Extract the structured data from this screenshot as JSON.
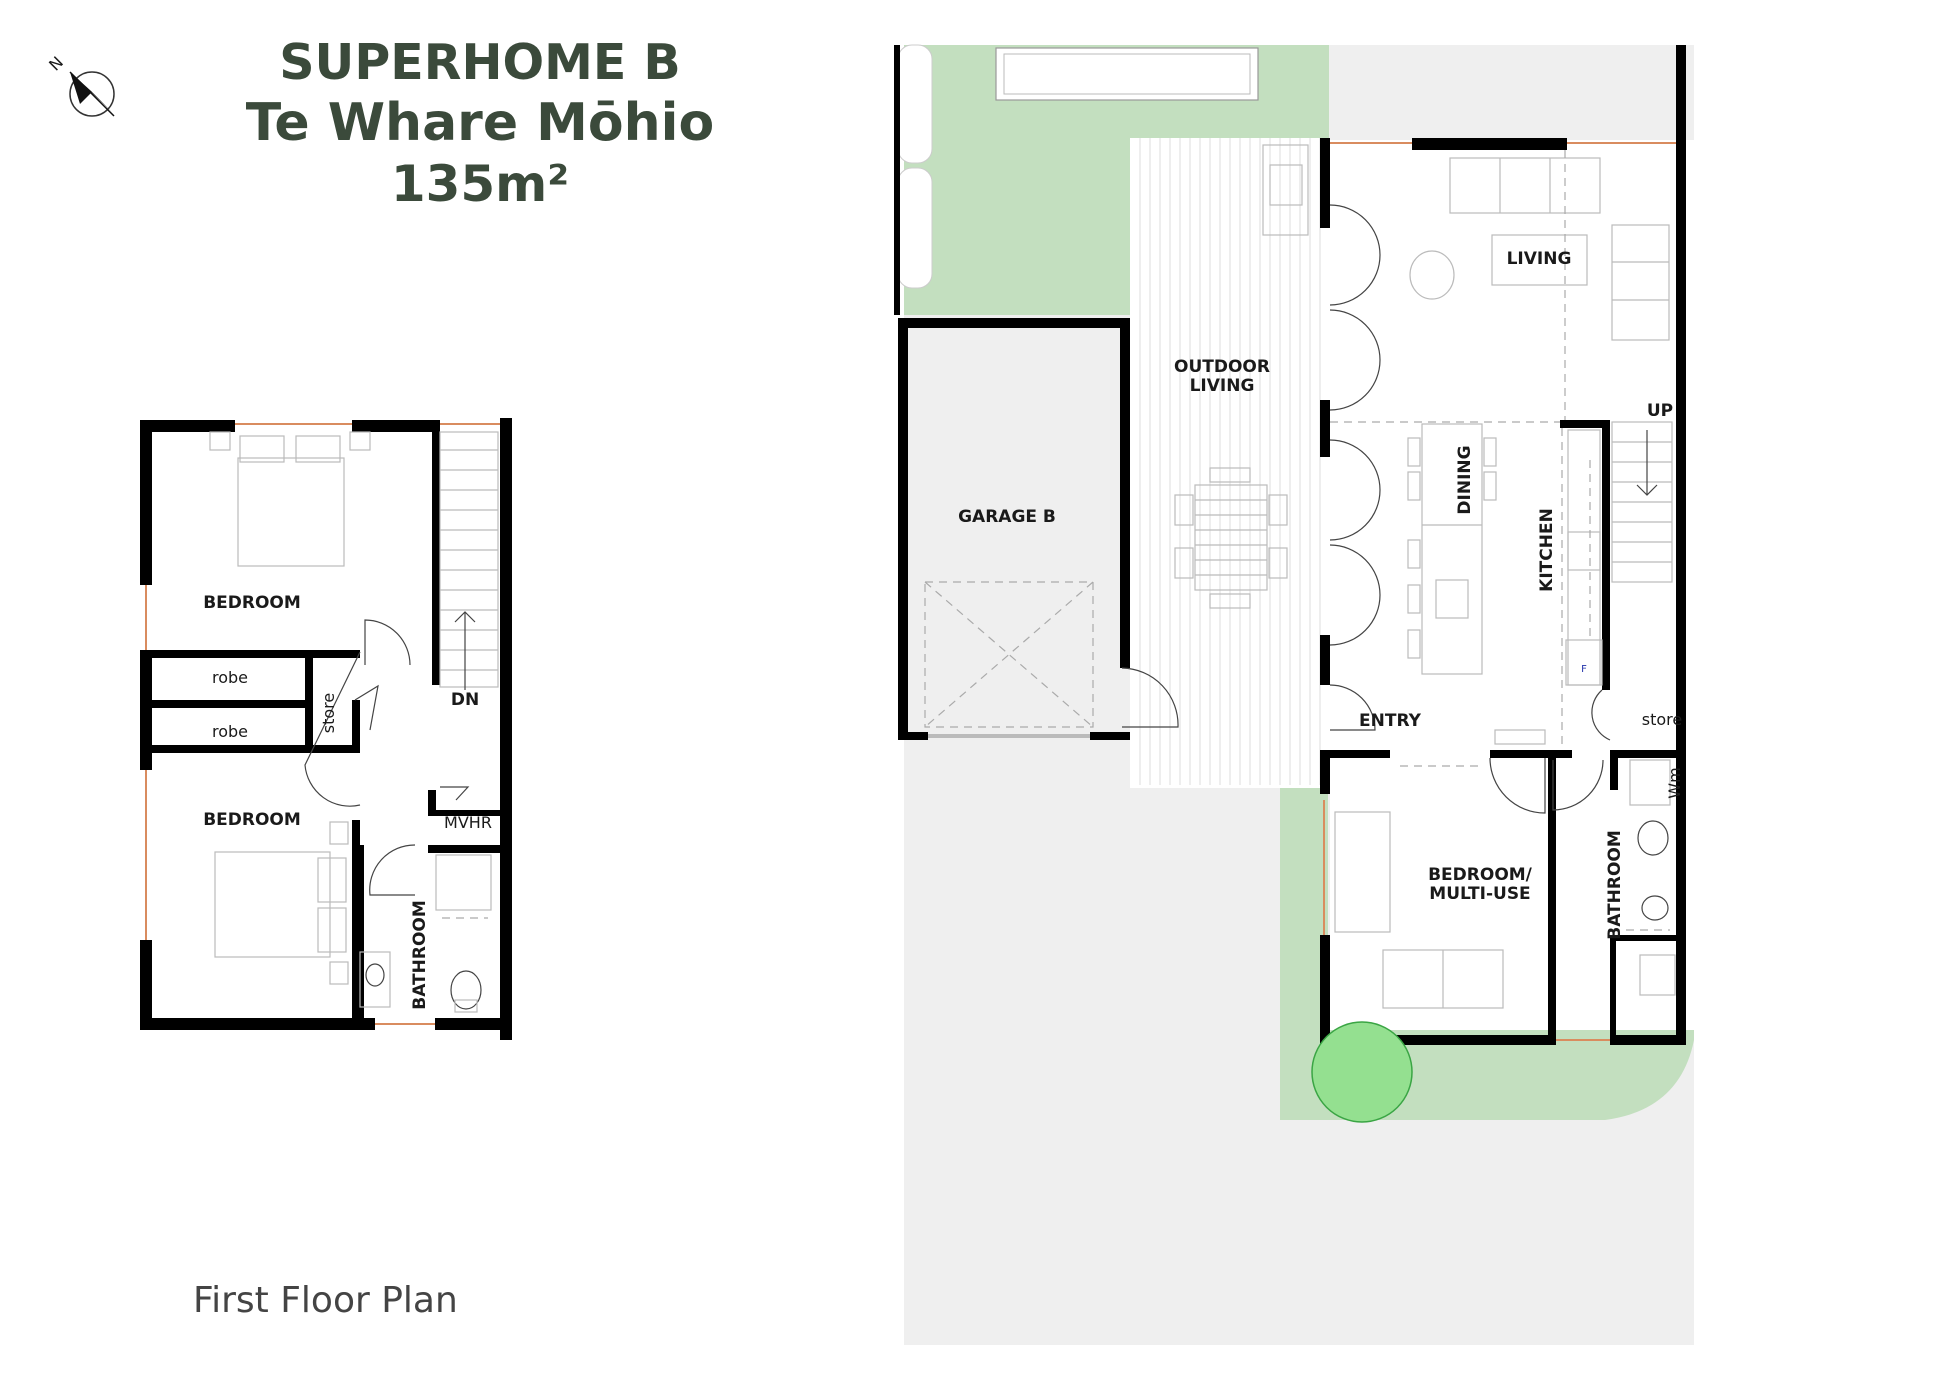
{
  "header": {
    "title_line1": "SUPERHOME B",
    "title_line2": "Te Whare Mōhio",
    "title_line3": "135m²"
  },
  "caption": "First Floor Plan",
  "compass": {
    "label": "N"
  },
  "colors": {
    "title": "#3b4a3b",
    "lawn": "#c3dfbf",
    "paving": "#efefef",
    "tree": "#94e090",
    "tree_outline": "#3aa544",
    "wall": "#000000",
    "window": "#d98c5f"
  },
  "first_floor": {
    "bedroom_top": "BEDROOM",
    "bedroom_bottom": "BEDROOM",
    "robe_top": "robe",
    "robe_bottom": "robe",
    "store": "store",
    "stair_dn": "DN",
    "mvhr": "MVHR",
    "bathroom": "BATHROOM"
  },
  "ground_floor": {
    "garage": "GARAGE B",
    "outdoor_living_1": "OUTDOOR",
    "outdoor_living_2": "LIVING",
    "living": "LIVING",
    "dining": "DINING",
    "kitchen": "KITCHEN",
    "stair_up": "UP",
    "entry": "ENTRY",
    "store": "store",
    "bedroom_multi_1": "BEDROOM/",
    "bedroom_multi_2": "MULTI-USE",
    "bathroom": "BATHROOM",
    "wm": "Wm",
    "fridge": "F"
  }
}
